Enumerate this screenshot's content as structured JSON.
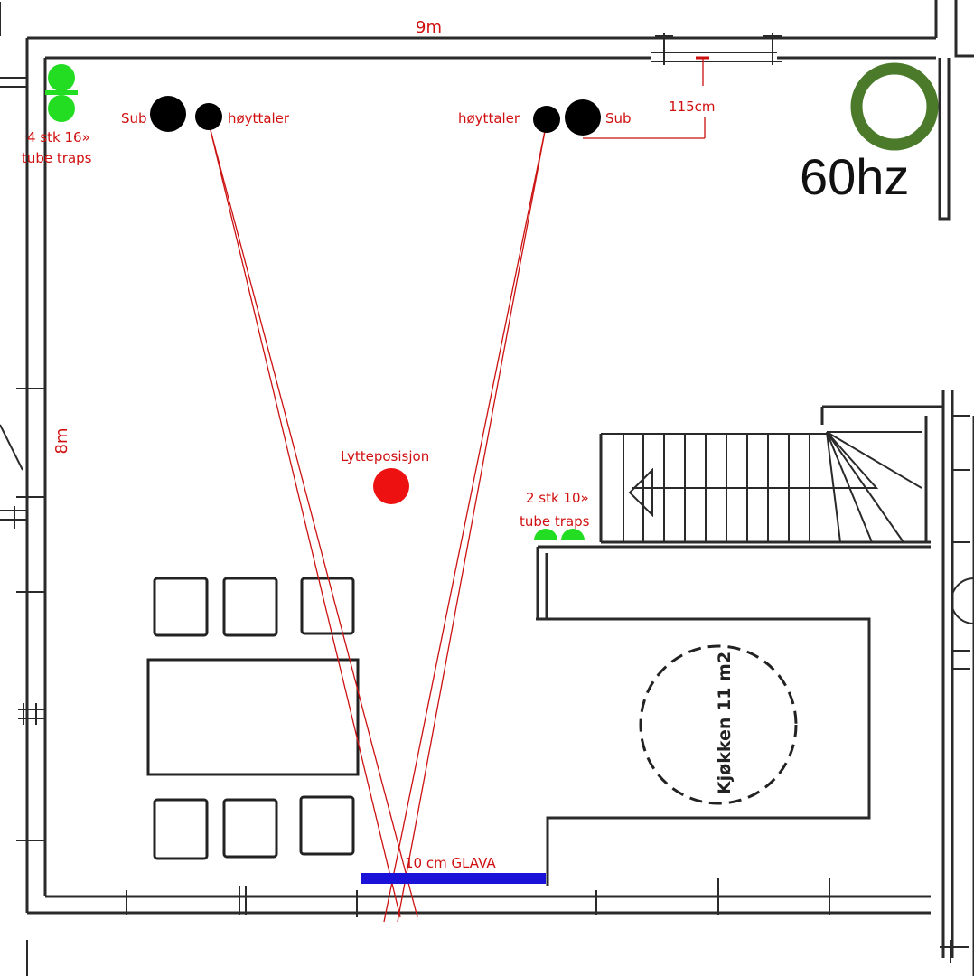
{
  "labels": {
    "width_dim": "9m",
    "height_dim": "8m",
    "offset_dim": "115cm",
    "freq": "60hz",
    "sub_left": "Sub",
    "speaker_left": "høyttaler",
    "speaker_right": "høyttaler",
    "sub_right": "Sub",
    "traps_left_line1": "4 stk 16»",
    "traps_left_line2": "tube traps",
    "listening": "Lytteposisjon",
    "traps_mid_line1": "2 stk 10»",
    "traps_mid_line2": "tube traps",
    "glava": "10 cm GLAVA",
    "kitchen": "Kjøkken 11 m2"
  },
  "colors": {
    "annotation": "#d01010",
    "trap_green": "#22dd22",
    "ring_green": "#4a7a2a",
    "absorber_blue": "#1a12d8",
    "listening_red": "#ee1111",
    "speaker_black": "#000000"
  }
}
